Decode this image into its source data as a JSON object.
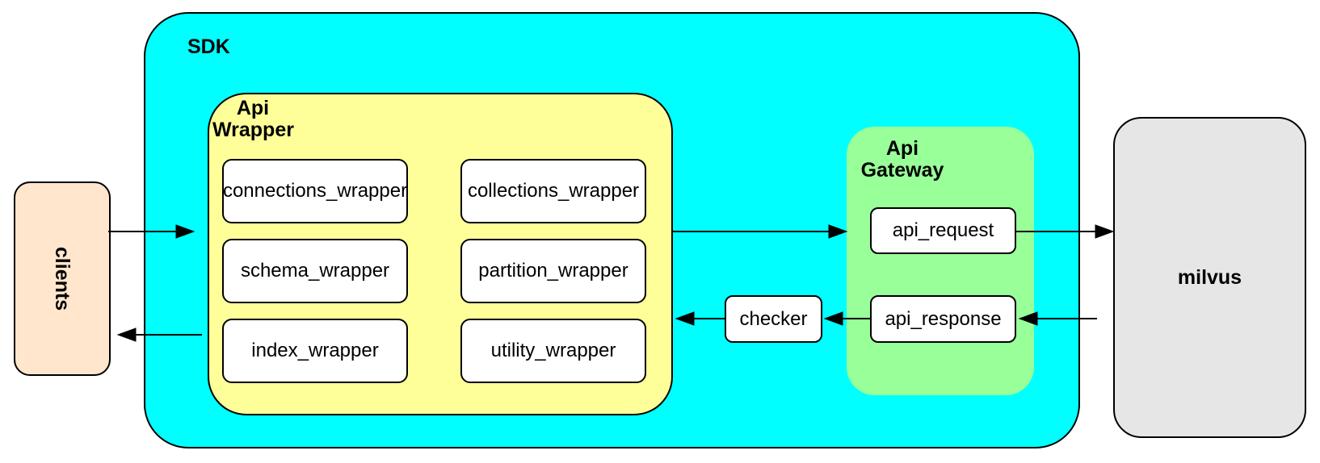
{
  "clients": {
    "label": "clients"
  },
  "sdk": {
    "label": "SDK"
  },
  "api_wrapper": {
    "title_line1": "Api",
    "title_line2": "Wrapper",
    "boxes": [
      "connections_wrapper",
      "collections_wrapper",
      "schema_wrapper",
      "partition_wrapper",
      "index_wrapper",
      "utility_wrapper"
    ]
  },
  "checker": {
    "label": "checker"
  },
  "api_gateway": {
    "title_line1": "Api",
    "title_line2": "Gateway",
    "request_label": "api_request",
    "response_label": "api_response"
  },
  "milvus": {
    "label": "milvus"
  },
  "colors": {
    "sdk_fill": "#00ffff",
    "api_wrapper_fill": "#ffff99",
    "api_gateway_fill": "#99ff99",
    "clients_fill": "#ffe6cc",
    "milvus_fill": "#e6e6e6",
    "node_fill": "#ffffff",
    "stroke": "#000000"
  }
}
